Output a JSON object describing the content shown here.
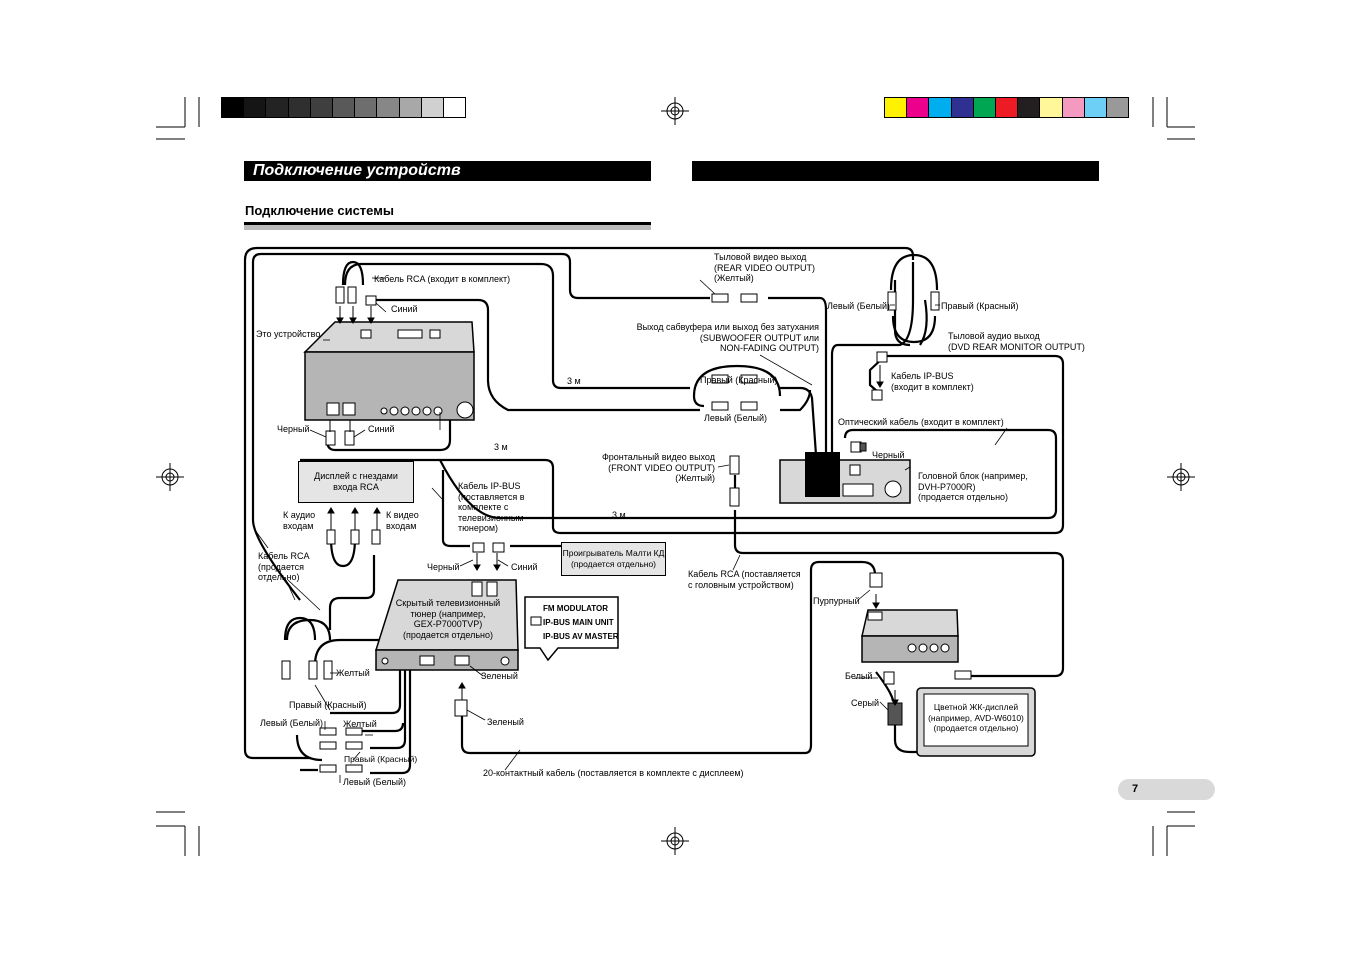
{
  "header": {
    "section_title": "Подключение устройств",
    "subsection_title": "Подключение системы"
  },
  "colors": {
    "left_swatches": [
      "#000000",
      "#151515",
      "#232323",
      "#2f2f2f",
      "#3f3f3f",
      "#595959",
      "#6e6e6e",
      "#878787",
      "#a8a8a8",
      "#d0d0d0",
      "#ffffff"
    ],
    "right_swatches": [
      "#fff200",
      "#ec008c",
      "#00aeef",
      "#2e3192",
      "#00a651",
      "#ed1c24",
      "#231f20",
      "#fff799",
      "#f49ac1",
      "#6dcff6",
      "#999999"
    ]
  },
  "labels": {
    "rca_cable_included": "Кабель RCA (входит в комплект)",
    "blue_top": "Синий",
    "this_unit": "Это устройство",
    "black_left": "Черный",
    "blue_mid": "Синий",
    "three_m_1": "3 м",
    "three_m_2": "3 м",
    "three_m_3": "3 м",
    "rear_video_output": "Тыловой видео выход\n(REAR VIDEO OUTPUT)\n(Желтый)",
    "left_white_top": "Левый (Белый)",
    "right_red_top": "Правый (Красный)",
    "subwoofer_output": "Выход сабвуфера или выход без затухания\n(SUBWOOFER OUTPUT или\nNON-FADING OUTPUT)",
    "rear_audio_output": "Тыловой аудио выход\n(DVD REAR MONITOR OUTPUT)",
    "right_red_mid": "Правый (Красный)",
    "left_white_mid": "Левый (Белый)",
    "ipbus_cable_included": "Кабель IP-BUS\n(входит в комплект)",
    "optical_cable": "Оптический кабель (входит в комплект)",
    "black_right": "Черный",
    "front_video_output": "Фронтальный видео выход\n(FRONT VIDEO OUTPUT)\n(Желтый)",
    "head_unit": "Головной блок (например,\nDVH-P7000R)\n(продается отдельно)",
    "display_rca": "Дисплей с гнездами\nвхода RCA",
    "to_audio_in": "К аудио\nвходам",
    "to_video_in": "К видео\nвходам",
    "ipbus_tuner_cable": "Кабель IP-BUS\n(поставляется в\nкомплекте с\nтелевизионным\nтюнером)",
    "multi_cd": "Проигрыватель Малти КД\n(продается отдельно)",
    "black_tuner": "Черный",
    "blue_tuner": "Синий",
    "rca_sold_sep": "Кабель RCA\n(продается\nотдельно)",
    "hidden_tuner": "Скрытый телевизионный\nтюнер (например,\nGEX-P7000TVP)\n(продается отдельно)",
    "fm_modulator": "FM MODULATOR",
    "ipbus_main_unit": "IP-BUS MAIN UNIT",
    "ipbus_av_master": "IP-BUS AV MASTER",
    "rca_headunit_cable": "Кабель RCA (поставляется\nс головным устройством)",
    "purple": "Пурпурный",
    "yellow_1": "Желтый",
    "right_red_low": "Правый (Красный)",
    "green_1": "Зеленый",
    "left_white_low": "Левый (Белый)",
    "yellow_2": "Желтый",
    "green_2": "Зеленый",
    "right_red_bottom": "Правый (Красный)",
    "left_white_bottom": "Левый (Белый)",
    "white": "Белый",
    "gray": "Серый",
    "lcd_display": "Цветной ЖК-дисплей\n(например, AVD-W6010)\n(продается отдельно)",
    "cable_20pin": "20-контактный кабель (поставляется в комплекте с дисплеем)"
  },
  "page_number": "7"
}
